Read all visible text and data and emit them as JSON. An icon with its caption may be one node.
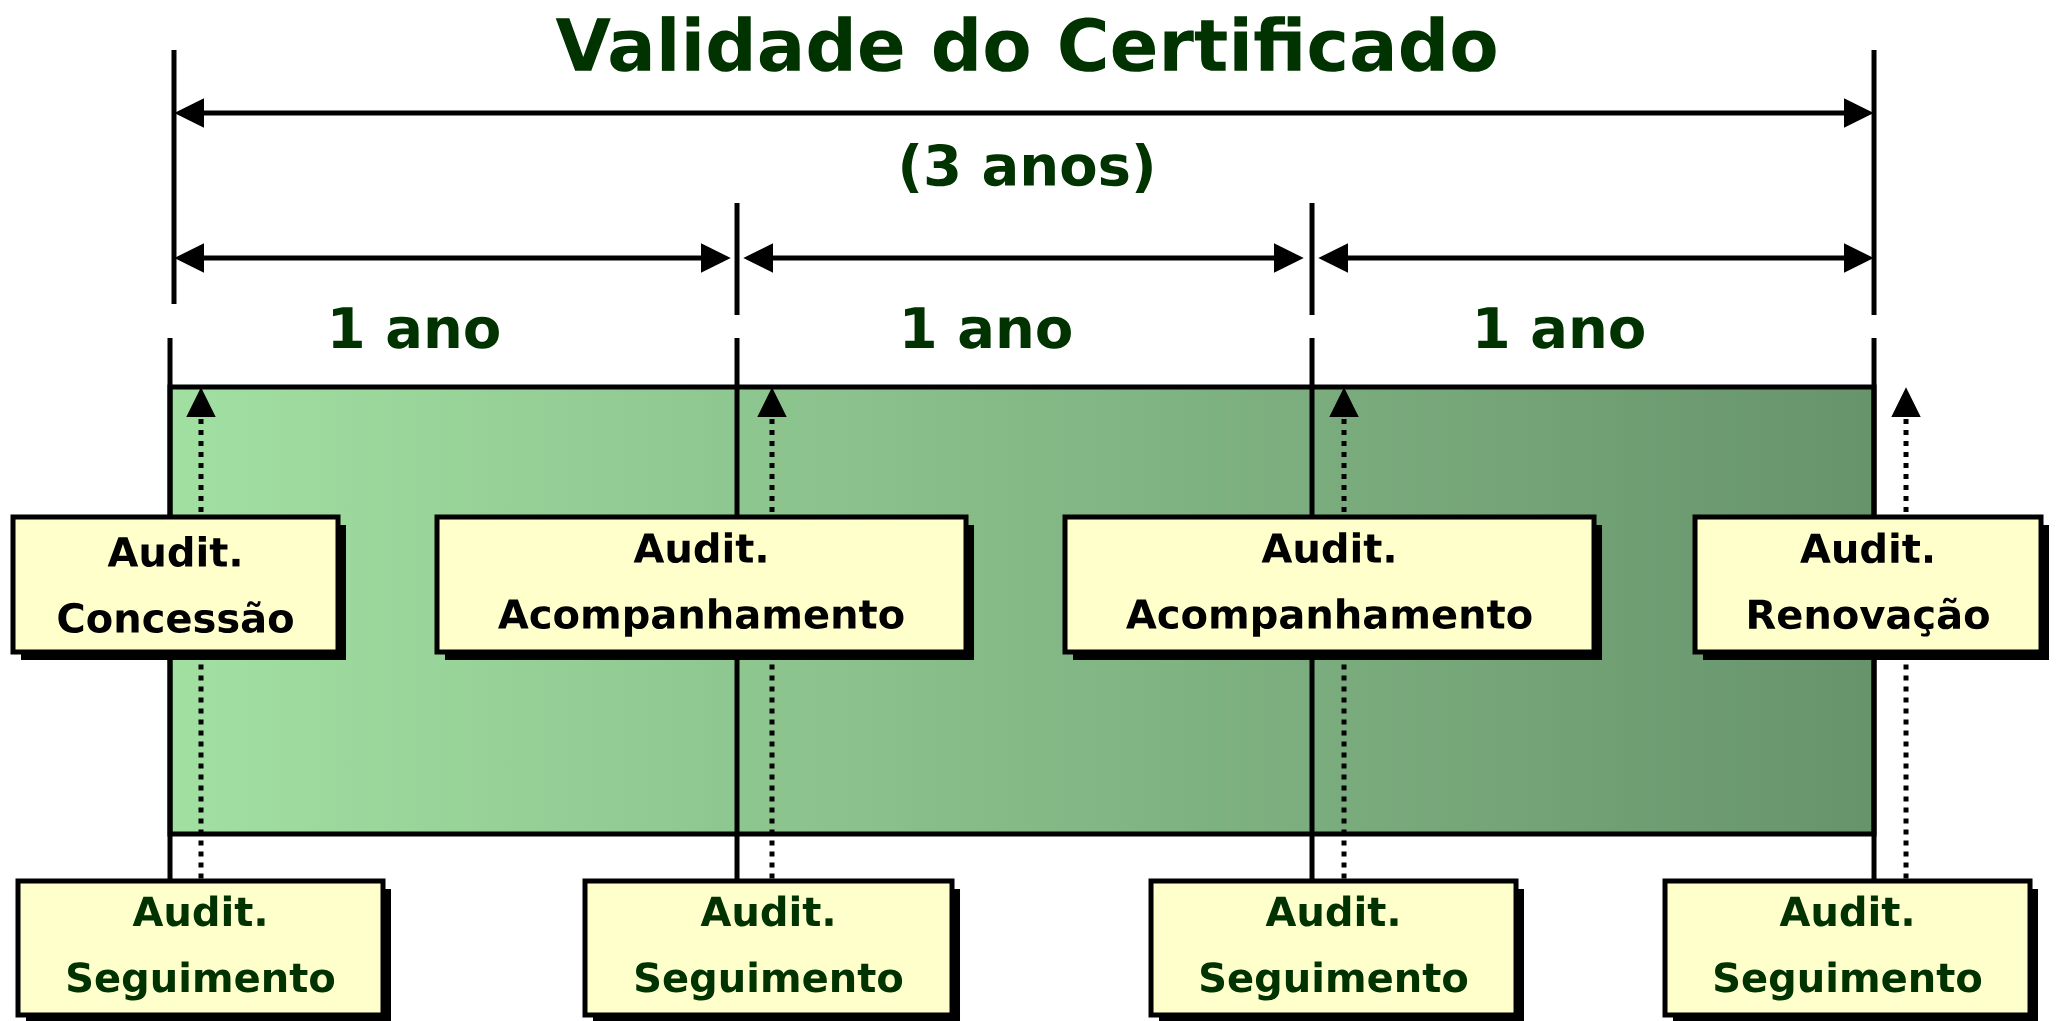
{
  "diagram": {
    "title": "Validade do Certificado",
    "nodes": [
      {
        "text": [
          "Audit. Concessão"
        ]
      },
      {
        "text": [
          "Audit. Acompanhamento"
        ]
      },
      {
        "text": [
          "Audit. Acompanhamento"
        ]
      },
      {
        "text": [
          "Audit. Renovação"
        ]
      },
      {
        "text": [
          "Audit. Seguimento"
        ]
      },
      {
        "text": [
          "Audit. Seguimento"
        ]
      },
      {
        "text": [
          "Audit. Seguimento"
        ]
      },
      {
        "text": [
          "Audit. Seguimento"
        ]
      }
    ],
    "edges": [
      {
        "from": 4,
        "to": null,
        "arrow": "to",
        "style": "dashed"
      },
      {
        "from": 5,
        "to": null,
        "arrow": "to",
        "style": "dashed"
      },
      {
        "from": 6,
        "to": null,
        "arrow": "to",
        "style": "dashed"
      },
      {
        "from": 7,
        "to": null,
        "arrow": "to",
        "style": "dashed"
      }
    ],
    "labels": [
      "(3 anos)",
      "1 ano",
      "1 ano",
      "1 ano"
    ]
  }
}
